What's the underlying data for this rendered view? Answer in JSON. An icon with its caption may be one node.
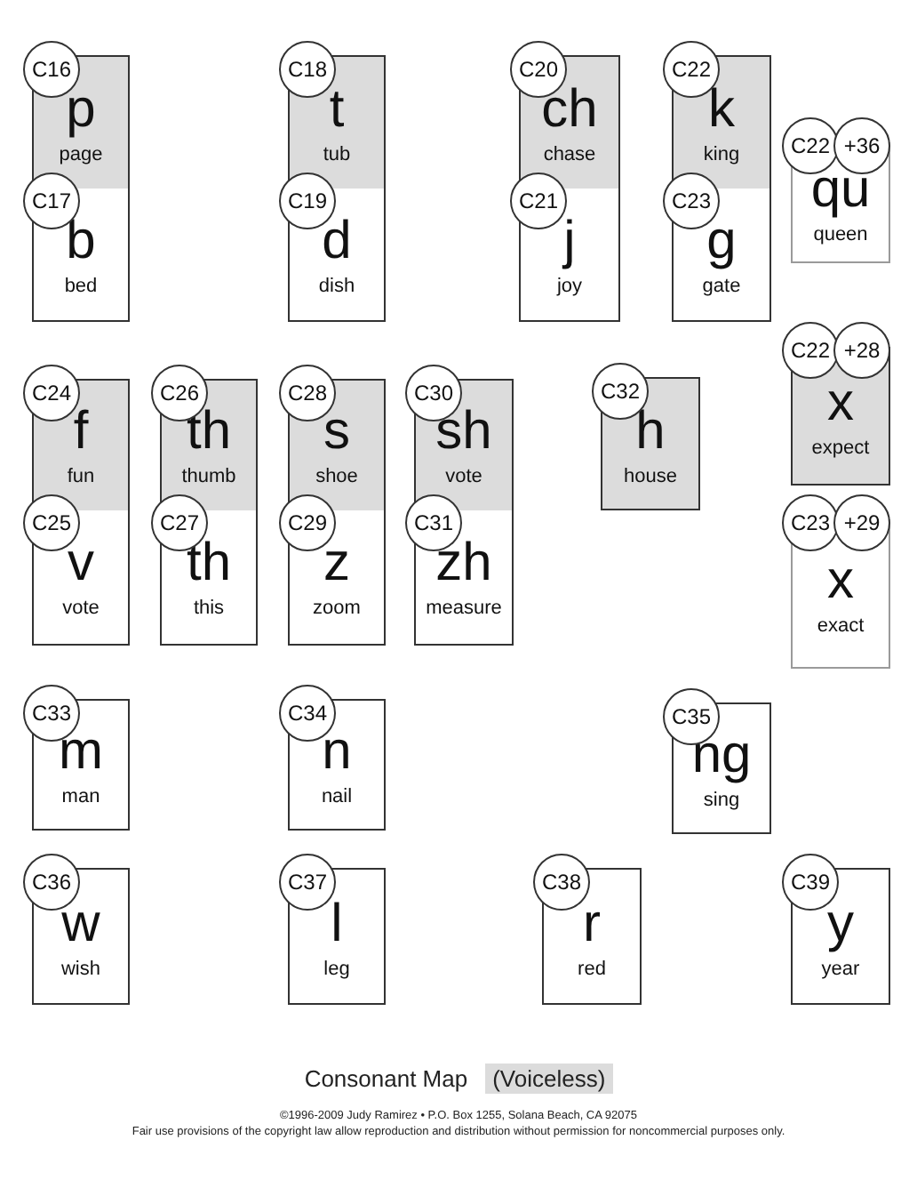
{
  "diagram": {
    "title": "Consonant Map",
    "nodes": [
      {
        "text": [
          "C16",
          "p",
          "page"
        ]
      },
      {
        "text": [
          "C17",
          "b",
          "bed"
        ]
      },
      {
        "text": [
          "C18",
          "t",
          "tub"
        ]
      },
      {
        "text": [
          "C19",
          "d",
          "dish"
        ]
      },
      {
        "text": [
          "C20",
          "ch",
          "chase"
        ]
      },
      {
        "text": [
          "C21",
          "j",
          "joy"
        ]
      },
      {
        "text": [
          "C22",
          "k",
          "king"
        ]
      },
      {
        "text": [
          "C23",
          "g",
          "gate"
        ]
      },
      {
        "text": [
          "C22",
          "+36",
          "qu",
          "queen"
        ]
      },
      {
        "text": [
          "C24",
          "f",
          "fun"
        ]
      },
      {
        "text": [
          "C25",
          "v",
          "vote"
        ]
      },
      {
        "text": [
          "C26",
          "th",
          "thumb"
        ]
      },
      {
        "text": [
          "C27",
          "th",
          "this"
        ]
      },
      {
        "text": [
          "C28",
          "s",
          "shoe"
        ]
      },
      {
        "text": [
          "C29",
          "z",
          "zoom"
        ]
      },
      {
        "text": [
          "C30",
          "sh",
          "vote"
        ]
      },
      {
        "text": [
          "C31",
          "zh",
          "measure"
        ]
      },
      {
        "text": [
          "C32",
          "h",
          "house"
        ]
      },
      {
        "text": [
          "C22",
          "+28",
          "x",
          "expect"
        ]
      },
      {
        "text": [
          "C23",
          "+29",
          "x",
          "exact"
        ]
      },
      {
        "text": [
          "C33",
          "m",
          "man"
        ]
      },
      {
        "text": [
          "C34",
          "n",
          "nail"
        ]
      },
      {
        "text": [
          "C35",
          "ng",
          "sing"
        ]
      },
      {
        "text": [
          "C36",
          "w",
          "wish"
        ]
      },
      {
        "text": [
          "C37",
          "l",
          "leg"
        ]
      },
      {
        "text": [
          "C38",
          "r",
          "red"
        ]
      },
      {
        "text": [
          "C39",
          "y",
          "year"
        ]
      }
    ],
    "labels": [
      "©1996-2009 Judy Ramirez • P.O. Box 1255, Solana Beach, CA 92075",
      "Fair use provisions of the copyright law allow reproduction and distribution without permission for noncommercial purposes only."
    ],
    "legend": [
      {
        "text": "(Voiceless)",
        "color": "#dcdcdc"
      }
    ]
  }
}
